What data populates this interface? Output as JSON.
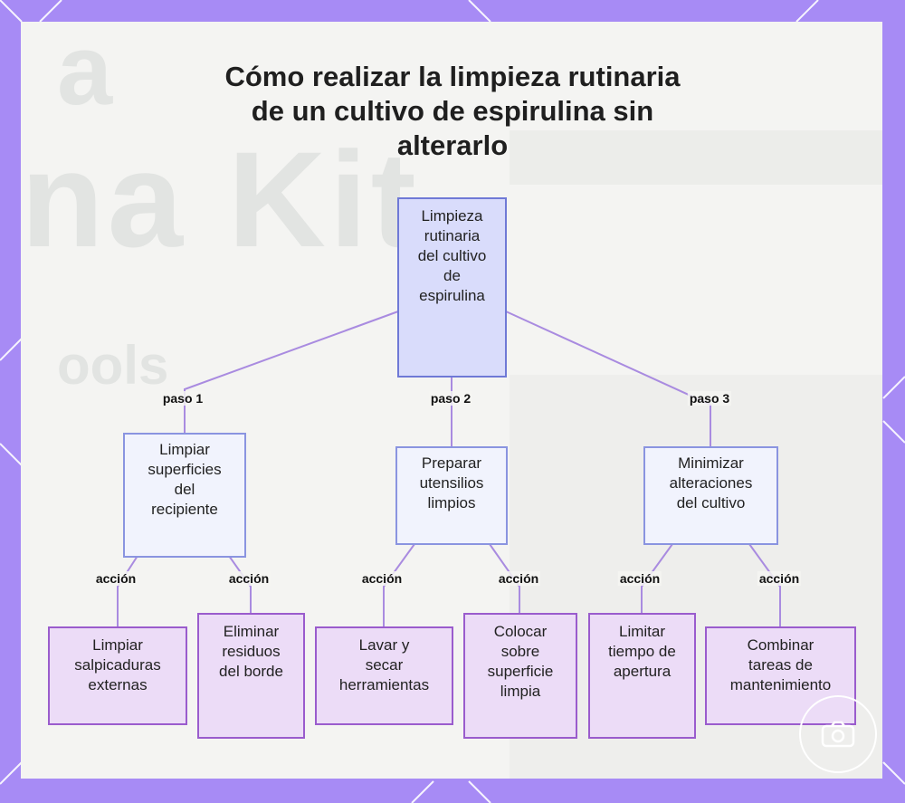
{
  "title": "Cómo realizar la limpieza rutinaria de un cultivo de espirulina sin alterarlo",
  "title_lines": [
    "Cómo realizar la limpieza rutinaria",
    "de un cultivo de espirulina sin",
    "alterarlo"
  ],
  "background_text": {
    "letter": "a",
    "big": "na Kit",
    "tools": "ools"
  },
  "colors": {
    "frame": "#a78bf5",
    "root_fill": "#d9dcfb",
    "step_fill": "#f1f3fd",
    "action_fill": "#ecdcf7",
    "edge": "#a98be0"
  },
  "root": {
    "lines": [
      "Limpieza",
      "rutinaria",
      "del cultivo",
      "de",
      "espirulina"
    ]
  },
  "steps": [
    {
      "label": "paso 1",
      "lines": [
        "Limpiar",
        "superficies",
        "del",
        "recipiente"
      ]
    },
    {
      "label": "paso 2",
      "lines": [
        "Preparar",
        "utensilios",
        "limpios"
      ]
    },
    {
      "label": "paso 3",
      "lines": [
        "Minimizar",
        "alteraciones",
        "del cultivo"
      ]
    }
  ],
  "actions": [
    {
      "label": "acción",
      "lines": [
        "Limpiar",
        "salpicaduras",
        "externas"
      ]
    },
    {
      "label": "acción",
      "lines": [
        "Eliminar",
        "residuos",
        "del borde"
      ]
    },
    {
      "label": "acción",
      "lines": [
        "Lavar y",
        "secar",
        "herramientas"
      ]
    },
    {
      "label": "acción",
      "lines": [
        "Colocar",
        "sobre",
        "superficie",
        "limpia"
      ]
    },
    {
      "label": "acción",
      "lines": [
        "Limitar",
        "tiempo de",
        "apertura"
      ]
    },
    {
      "label": "acción",
      "lines": [
        "Combinar",
        "tareas de",
        "mantenimiento"
      ]
    }
  ],
  "icons": {
    "watermark": "camera-icon"
  }
}
